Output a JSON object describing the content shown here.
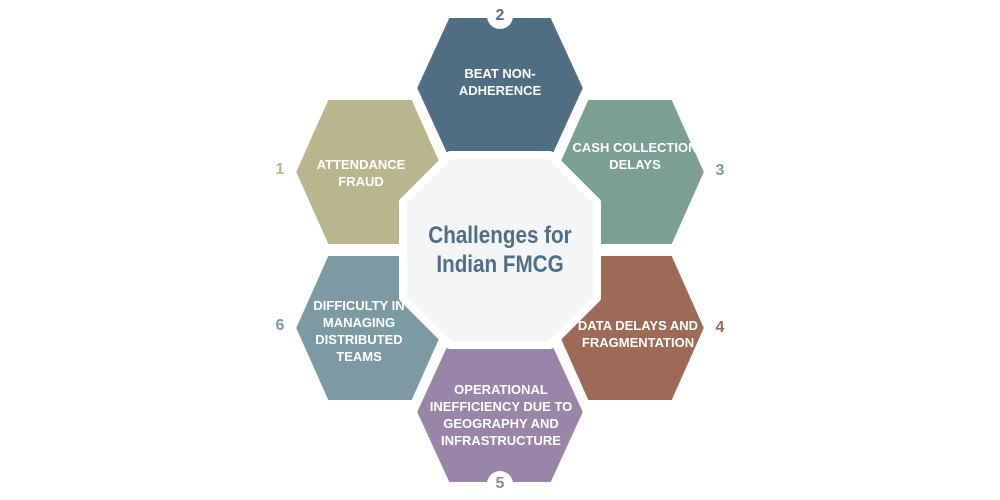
{
  "center": {
    "title": "Challenges for Indian FMCG",
    "color": "#4f6e89"
  },
  "items": [
    {
      "number": "1",
      "label": "Attendance Fraud",
      "color": "#b9b68d"
    },
    {
      "number": "2",
      "label": "Beat Non-Adherence",
      "color": "#4f6e84"
    },
    {
      "number": "3",
      "label": "Cash Collection Delays",
      "color": "#7b9e95"
    },
    {
      "number": "4",
      "label": "Data Delays and Fragmentation",
      "color": "#9e6a58"
    },
    {
      "number": "5",
      "label": "Operational Inefficiency Due to Geography and Infrastructure",
      "color": "#9a84a7"
    },
    {
      "number": "6",
      "label": "Difficulty in Managing Distributed Teams",
      "color": "#7b9aa4"
    }
  ]
}
